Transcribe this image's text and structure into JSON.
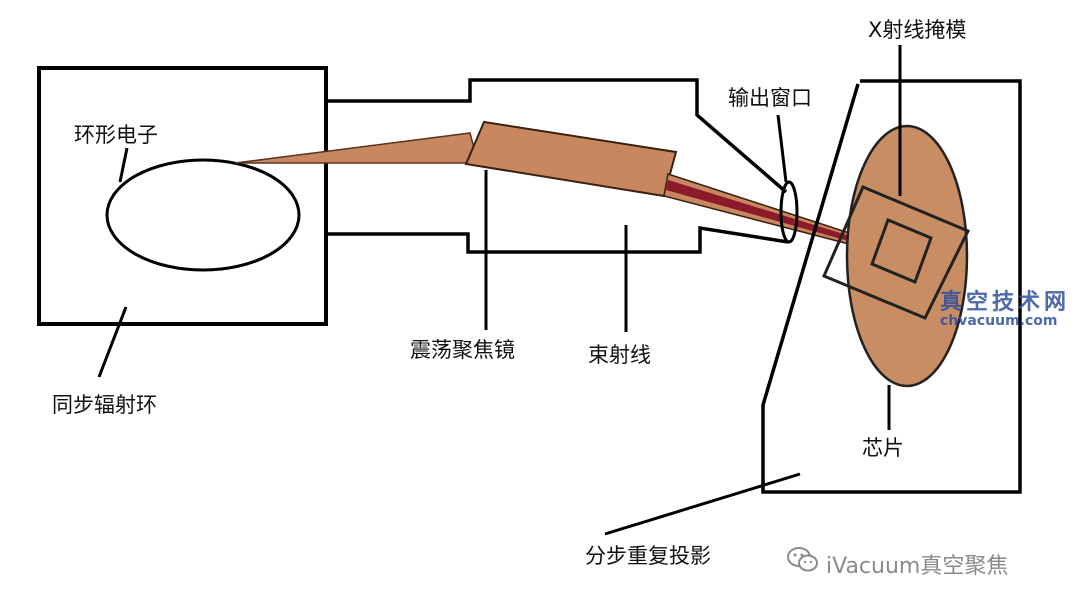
{
  "labels": {
    "ring_electrons": "环形电子",
    "synchrotron_ring": "同步辐射环",
    "oscillating_focus": "震荡聚焦镜",
    "beamline": "束射线",
    "output_window": "输出窗口",
    "xray_mask": "X射线掩模",
    "chip": "芯片",
    "step_repeat": "分步重复投影"
  },
  "watermark": {
    "site_name": "真空技术网",
    "site_url": "chvacuum.com",
    "footer": "iVacuum真空聚焦"
  },
  "colors": {
    "line": "#000000",
    "beam_fill": "#c8875e",
    "beam_core": "#8b1a2b",
    "chip_fill": "#c88d62",
    "watermark_blue": "#2c4f9e"
  }
}
